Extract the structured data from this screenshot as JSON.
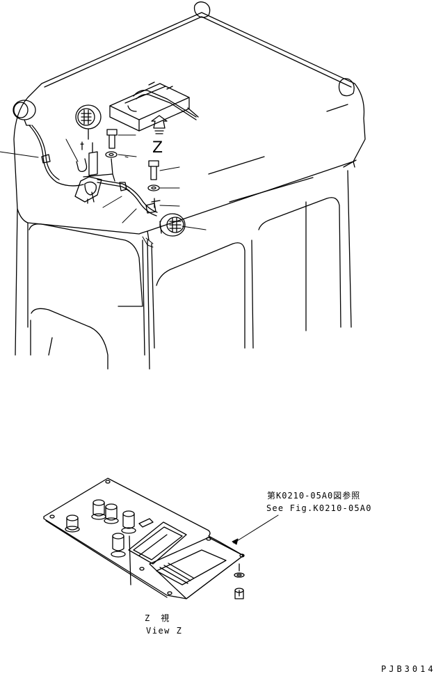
{
  "drawing": {
    "view_letter": "Z",
    "reference_ja": "第K0210-05A0図参照",
    "reference_en": "See Fig.K0210-05A0",
    "view_label_ja": "Z　視",
    "view_label_en": "View Z",
    "figure_number": "PJB3014"
  },
  "colors": {
    "line": "#000000",
    "background": "#ffffff"
  },
  "icons": [
    "work-lamp-icon",
    "bolt-icon",
    "washer-icon",
    "clamp-icon",
    "harness-icon",
    "view-arrow-icon",
    "connector-icon"
  ]
}
